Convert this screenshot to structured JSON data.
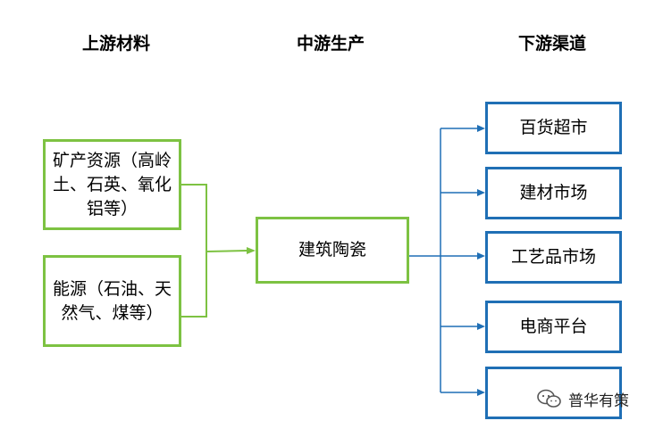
{
  "columns": {
    "upstream": "上游材料",
    "midstream": "中游生产",
    "downstream": "下游渠道"
  },
  "upstream": {
    "minerals": "矿产资源（高岭土、石英、氧化铝等）",
    "energy": "能源（石油、天然气、煤等）"
  },
  "midstream": {
    "product": "建筑陶瓷"
  },
  "downstream": {
    "channels": [
      "百货超市",
      "建材市场",
      "工艺品市场",
      "电商平台",
      ""
    ]
  },
  "watermark": {
    "text": "普华有策"
  },
  "colors": {
    "upstream_border": "#7dc242",
    "midstream_border": "#7dc242",
    "downstream_border": "#1f6fb5",
    "upstream_connector": "#7dc242",
    "downstream_connector": "#1f6fb5"
  }
}
